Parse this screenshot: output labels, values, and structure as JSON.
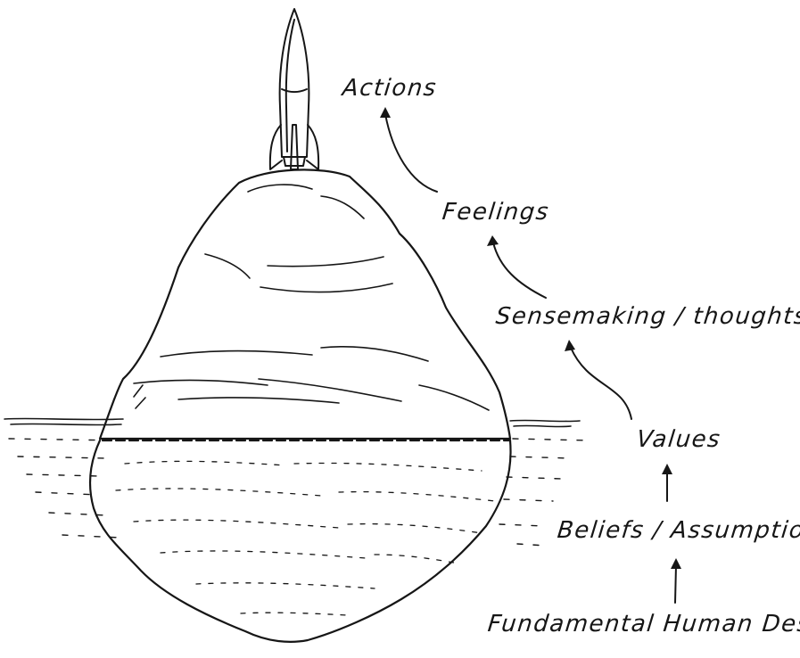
{
  "diagram": {
    "labels": {
      "actions": "Actions",
      "feelings": "Feelings",
      "sensemaking": "Sensemaking / thoughts",
      "values": "Values",
      "beliefs": "Beliefs / Assumptions",
      "desires": "Fundamental Human Desires"
    },
    "icons": [
      "rocket-icon",
      "iceberg",
      "waterline"
    ],
    "colors": {
      "ink": "#161616",
      "background": "#ffffff"
    }
  }
}
